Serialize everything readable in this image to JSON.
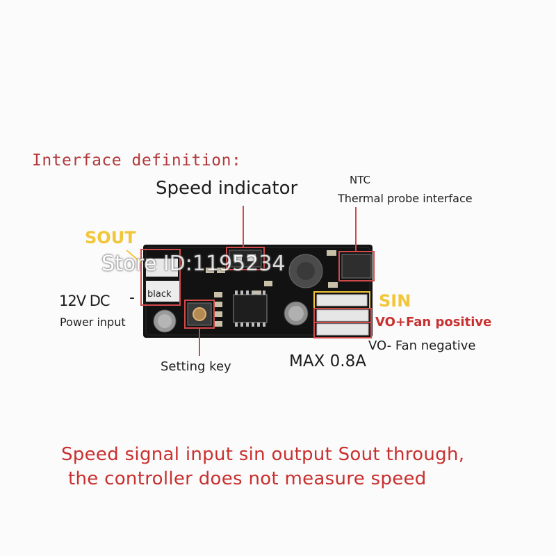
{
  "header": {
    "title": "Interface definition:"
  },
  "labels": {
    "speed_indicator": "Speed indicator",
    "ntc": "NTC",
    "thermal_probe": "Thermal probe interface",
    "sout": "SOUT",
    "voltage": "12V DC",
    "minus": "-",
    "wire_black": "black",
    "power_input": "Power input",
    "setting_key": "Setting key",
    "max_current": "MAX 0.8A",
    "sin": "SIN",
    "vo_positive": "VO+Fan positive",
    "vo_negative": "VO- Fan negative"
  },
  "watermark": "Store ID:1195234",
  "note": {
    "line1": "Speed signal input sin output Sout through,",
    "line2": "the controller does not measure speed"
  },
  "colors": {
    "title": "#b2383a",
    "note": "#c8302f",
    "highlight": "#f2c63a",
    "callout": "#d14a4a",
    "board": "#121212"
  }
}
